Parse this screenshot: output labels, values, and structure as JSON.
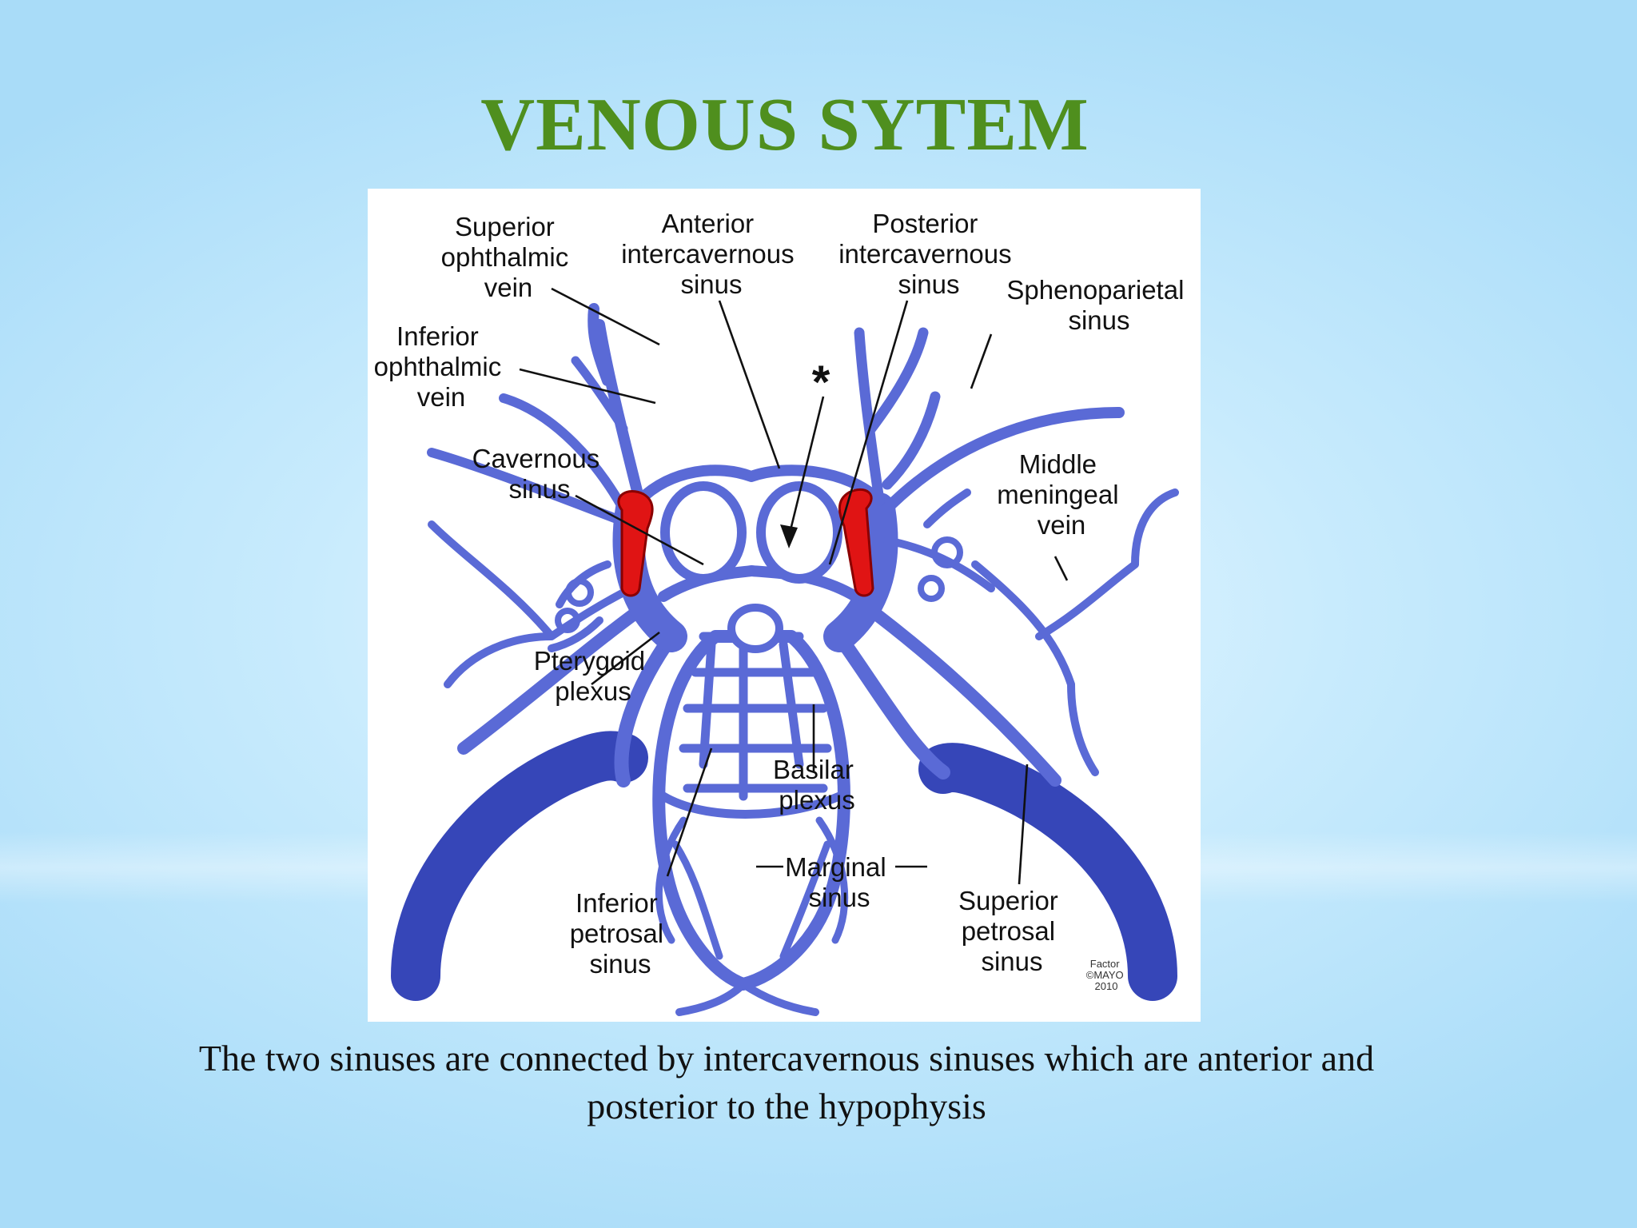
{
  "slide": {
    "title": "VENOUS SYTEM",
    "caption": "The two sinuses are connected by intercavernous sinuses which are anterior and posterior to the hypophysis"
  },
  "diagram": {
    "labels": {
      "superior_ophthalmic": [
        "Superior",
        "ophthalmic",
        "vein"
      ],
      "anterior_intercavernous": [
        "Anterior",
        "intercavernous",
        "sinus"
      ],
      "posterior_intercavernous": [
        "Posterior",
        "intercavernous",
        "sinus"
      ],
      "sphenoparietal": [
        "Sphenoparietal",
        "sinus"
      ],
      "inferior_ophthalmic": [
        "Inferior",
        "ophthalmic",
        "vein"
      ],
      "asterisk": "*",
      "cavernous": [
        "Cavernous",
        "sinus"
      ],
      "middle_meningeal": [
        "Middle",
        "meningeal",
        "vein"
      ],
      "pterygoid": [
        "Pterygoid",
        "plexus"
      ],
      "basilar": [
        "Basilar",
        "plexus"
      ],
      "marginal": [
        "Marginal",
        "sinus"
      ],
      "inferior_petrosal": [
        "Inferior",
        "petrosal",
        "sinus"
      ],
      "superior_petrosal": [
        "Superior",
        "petrosal",
        "sinus"
      ]
    },
    "credit": [
      "Factor",
      "©MAYO",
      "2010"
    ],
    "colors": {
      "vein": "#5a6ad6",
      "vein_dark": "#3646b8",
      "artery": "#e01414",
      "title": "#4f8f1e"
    }
  }
}
